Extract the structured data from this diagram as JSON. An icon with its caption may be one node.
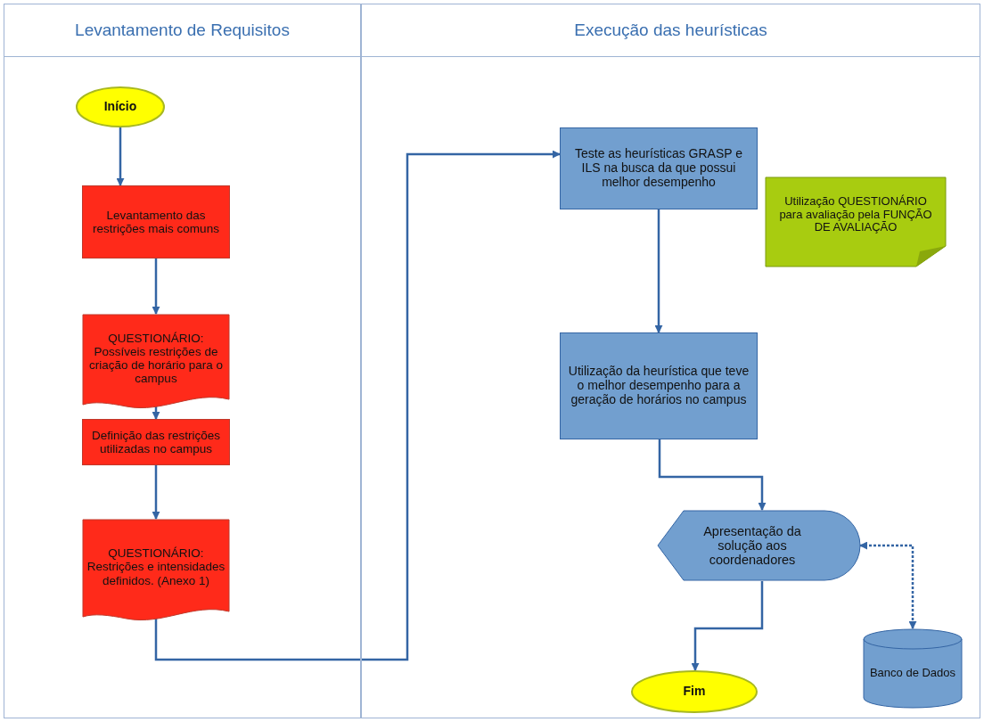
{
  "diagram": {
    "nodes": [
      {
        "text": [
          "Levantamento de Requisitos"
        ]
      },
      {
        "text": [
          "Execução das heurísticas"
        ]
      },
      {
        "text": [
          "Início"
        ],
        "in": 0
      },
      {
        "text": [
          "Levantamento das restrições mais comuns"
        ],
        "in": 0
      },
      {
        "text": [
          "QUESTIONÁRIO: Possíveis restrições de criação de horário para o campus"
        ],
        "in": 0
      },
      {
        "text": [
          "Definição das restrições utilizadas no campus"
        ],
        "in": 0
      },
      {
        "text": [
          "QUESTIONÁRIO: Restrições e intensidades definidos. (Anexo 1)"
        ],
        "in": 0
      },
      {
        "text": [
          "Teste as heurísticas GRASP e ILS na busca da que possui melhor desempenho"
        ],
        "in": 1
      },
      {
        "text": [
          "Utilização QUESTIONÁRIO para avaliação pela FUNÇÃO DE AVALIAÇÃO"
        ],
        "in": 1
      },
      {
        "text": [
          "Utilização da heurística que teve o melhor desempenho para a geração de horários no campus"
        ],
        "in": 1
      },
      {
        "text": [
          "Apresentação da solução aos coordenadores"
        ],
        "in": 1
      },
      {
        "text": [
          "Fim"
        ],
        "in": 1
      },
      {
        "text": [
          "Banco de Dados"
        ],
        "in": 1
      }
    ],
    "edges": [
      {
        "from": 2,
        "to": 3,
        "arrow": "to"
      },
      {
        "from": 3,
        "to": 4,
        "arrow": "to"
      },
      {
        "from": 4,
        "to": 5,
        "arrow": "to"
      },
      {
        "from": 5,
        "to": 6,
        "arrow": "to"
      },
      {
        "from": 6,
        "to": 7,
        "arrow": "to"
      },
      {
        "from": 7,
        "to": 9,
        "arrow": "to"
      },
      {
        "from": 9,
        "to": 10,
        "arrow": "to"
      },
      {
        "from": 10,
        "to": 11,
        "arrow": "to"
      },
      {
        "from": 10,
        "to": 12,
        "arrow": "both",
        "style": "dashed"
      }
    ]
  }
}
